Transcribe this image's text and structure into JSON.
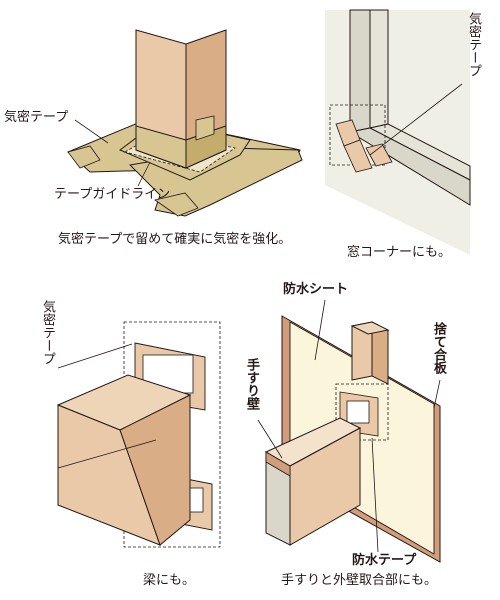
{
  "panel1": {
    "label_tape": "気密テープ",
    "label_guide": "テープガイドライン",
    "caption": "気密テープで留めて確実に気密を強化。"
  },
  "panel2": {
    "label_tape": "気密テープ",
    "caption": "窓コーナーにも。"
  },
  "panel3": {
    "label_tape": "気密テープ",
    "caption": "梁にも。"
  },
  "panel4": {
    "label_sheet": "防水シート",
    "label_plywood": "捨て合板",
    "label_handrail": "手すり壁",
    "label_tape": "防水テープ",
    "caption": "手すりと外壁取合部にも。"
  },
  "colors": {
    "wood": "#e9c9a8",
    "wood_dark": "#d9ae86",
    "tape": "#d8c692",
    "tape_dark": "#c4ad6c",
    "wall": "#f0efe6",
    "frame": "#d9d7c9",
    "sheet": "#fbf5dc",
    "plywood": "#d29d7b",
    "line": "#231815"
  }
}
